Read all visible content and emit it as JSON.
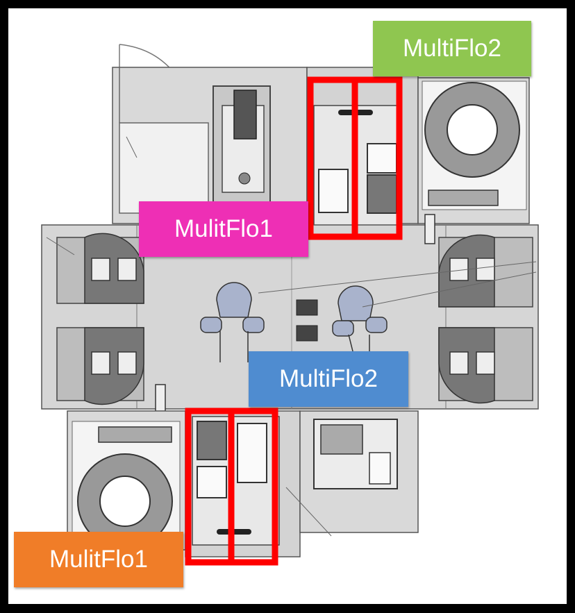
{
  "labels": {
    "top_right": {
      "text": "MultiFlo2",
      "color": "#8fc650"
    },
    "top_left": {
      "text": "MulitFlo1",
      "color": "#ee2fb5"
    },
    "bottom_center": {
      "text": "MultiFlo2",
      "color": "#4f8cd0"
    },
    "bottom_left": {
      "text": "MulitFlo1",
      "color": "#f07d28"
    }
  },
  "colors": {
    "floor": "#d6d6d6",
    "equipment": "#8c8c8c",
    "highlight": "#ff0000",
    "outline": "#555555"
  }
}
